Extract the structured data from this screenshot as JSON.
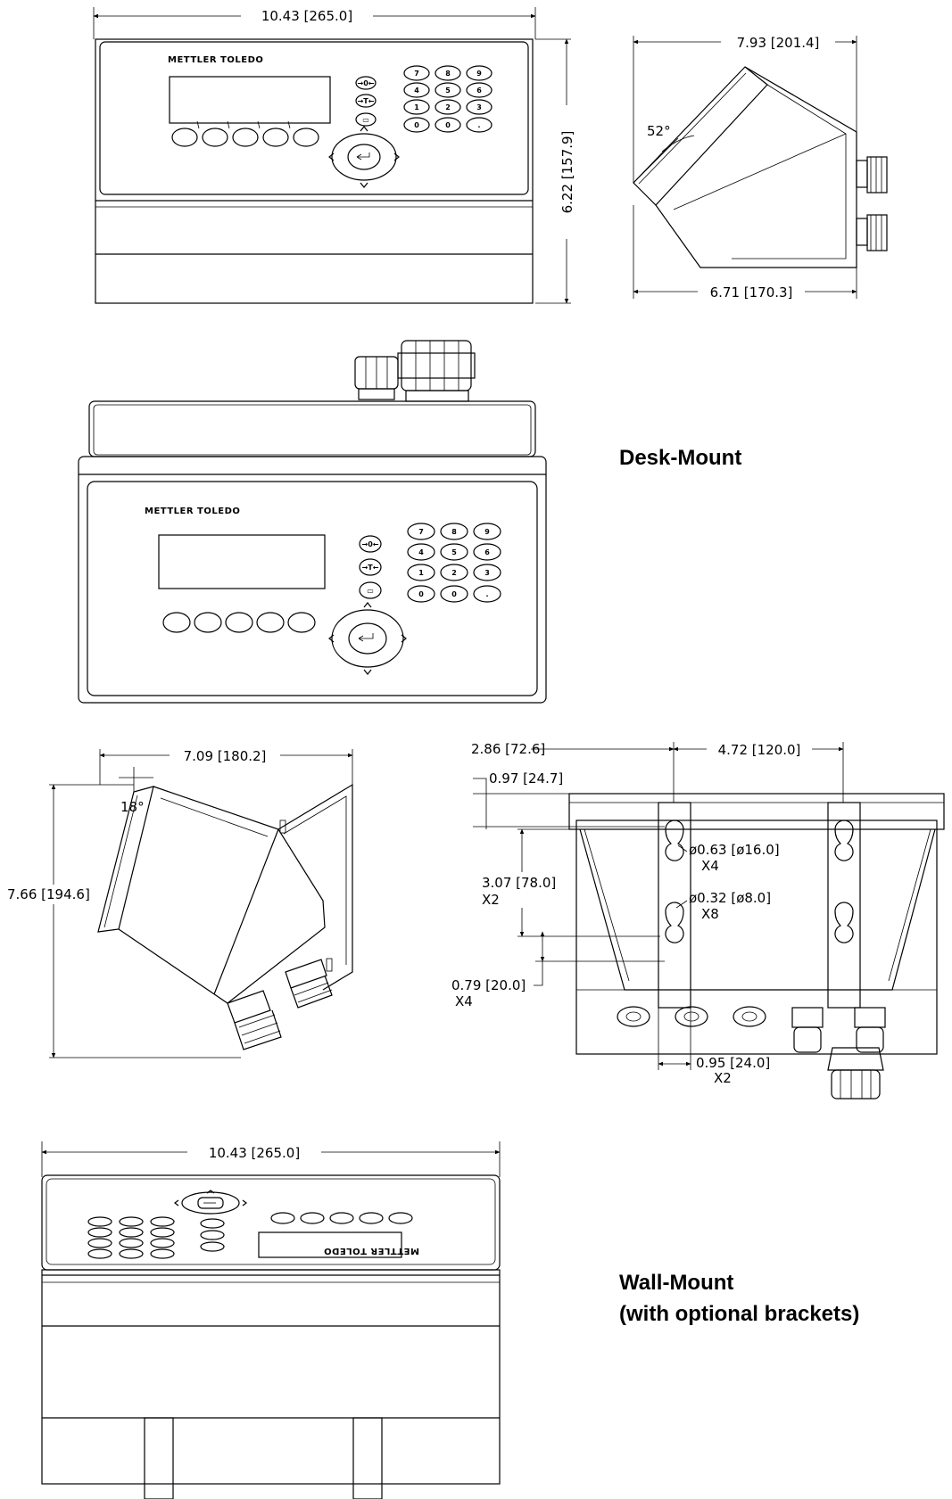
{
  "brand": {
    "logo_text": "METTLER TOLEDO"
  },
  "captions": {
    "desk_mount": "Desk-Mount",
    "wall_mount_line1": "Wall-Mount",
    "wall_mount_line2": "(with optional brackets)"
  },
  "keypad": {
    "numeric_keys": [
      "7",
      "8",
      "9",
      "4",
      "5",
      "6",
      "1",
      "2",
      "3",
      "0",
      "0",
      "."
    ]
  },
  "dimensions": {
    "top_front_width": "10.43 [265.0]",
    "top_front_height": "6.22 [157.9]",
    "side_depth_top": "7.93 [201.4]",
    "side_depth_bottom": "6.71 [170.3]",
    "side_angle": "52°",
    "wall_side_depth": "7.09 [180.2]",
    "wall_side_height": "7.66 [194.6]",
    "wall_side_angle": "18°",
    "rear_offset_left": "2.86 [72.6]",
    "rear_hole_spacing": "4.72 [120.0]",
    "rear_top_offset": "0.97 [24.7]",
    "rear_vertical_spacing": "3.07 [78.0]",
    "rear_vertical_spacing_qty": "X2",
    "rear_large_hole": "ø0.63 [ø16.0]",
    "rear_large_hole_qty": "X4",
    "rear_small_hole": "ø0.32 [ø8.0]",
    "rear_small_hole_qty": "X8",
    "rear_bottom_offset": "0.79 [20.0]",
    "rear_bottom_offset_qty": "X4",
    "rear_bracket_width": "0.95 [24.0]",
    "rear_bracket_width_qty": "X2",
    "wall_front_width": "10.43 [265.0]"
  }
}
